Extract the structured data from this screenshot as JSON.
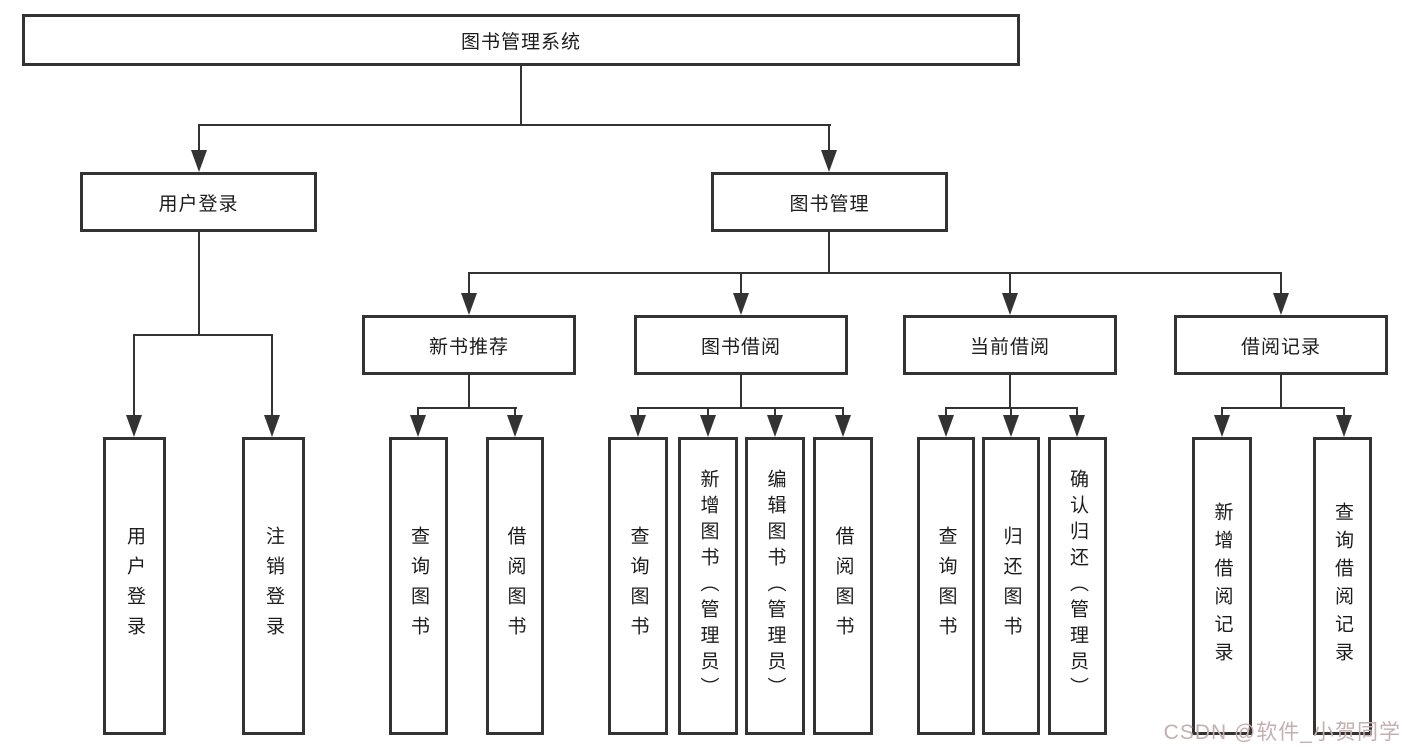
{
  "tree": {
    "root": {
      "label": "图书管理系统",
      "children": [
        {
          "label": "用户登录",
          "children": [
            {
              "label": "用户登录"
            },
            {
              "label": "注销登录"
            }
          ]
        },
        {
          "label": "图书管理",
          "children": [
            {
              "label": "新书推荐",
              "children": [
                {
                  "label": "查询图书"
                },
                {
                  "label": "借阅图书"
                }
              ]
            },
            {
              "label": "图书借阅",
              "children": [
                {
                  "label": "查询图书"
                },
                {
                  "label": "新增图书（管理员）"
                },
                {
                  "label": "编辑图书（管理员）"
                },
                {
                  "label": "借阅图书"
                }
              ]
            },
            {
              "label": "当前借阅",
              "children": [
                {
                  "label": "查询图书"
                },
                {
                  "label": "归还图书"
                },
                {
                  "label": "确认归还（管理员）"
                }
              ]
            },
            {
              "label": "借阅记录",
              "children": [
                {
                  "label": "新增借阅记录"
                },
                {
                  "label": "查询借阅记录"
                }
              ]
            }
          ]
        }
      ]
    }
  },
  "watermark": {
    "text": "CSDN @软件_小贺同学",
    "color": "#c5afaf"
  },
  "colors": {
    "line": "#333333",
    "box_border": "#333333",
    "background": "#ffffff",
    "text": "#1c1c1c"
  }
}
